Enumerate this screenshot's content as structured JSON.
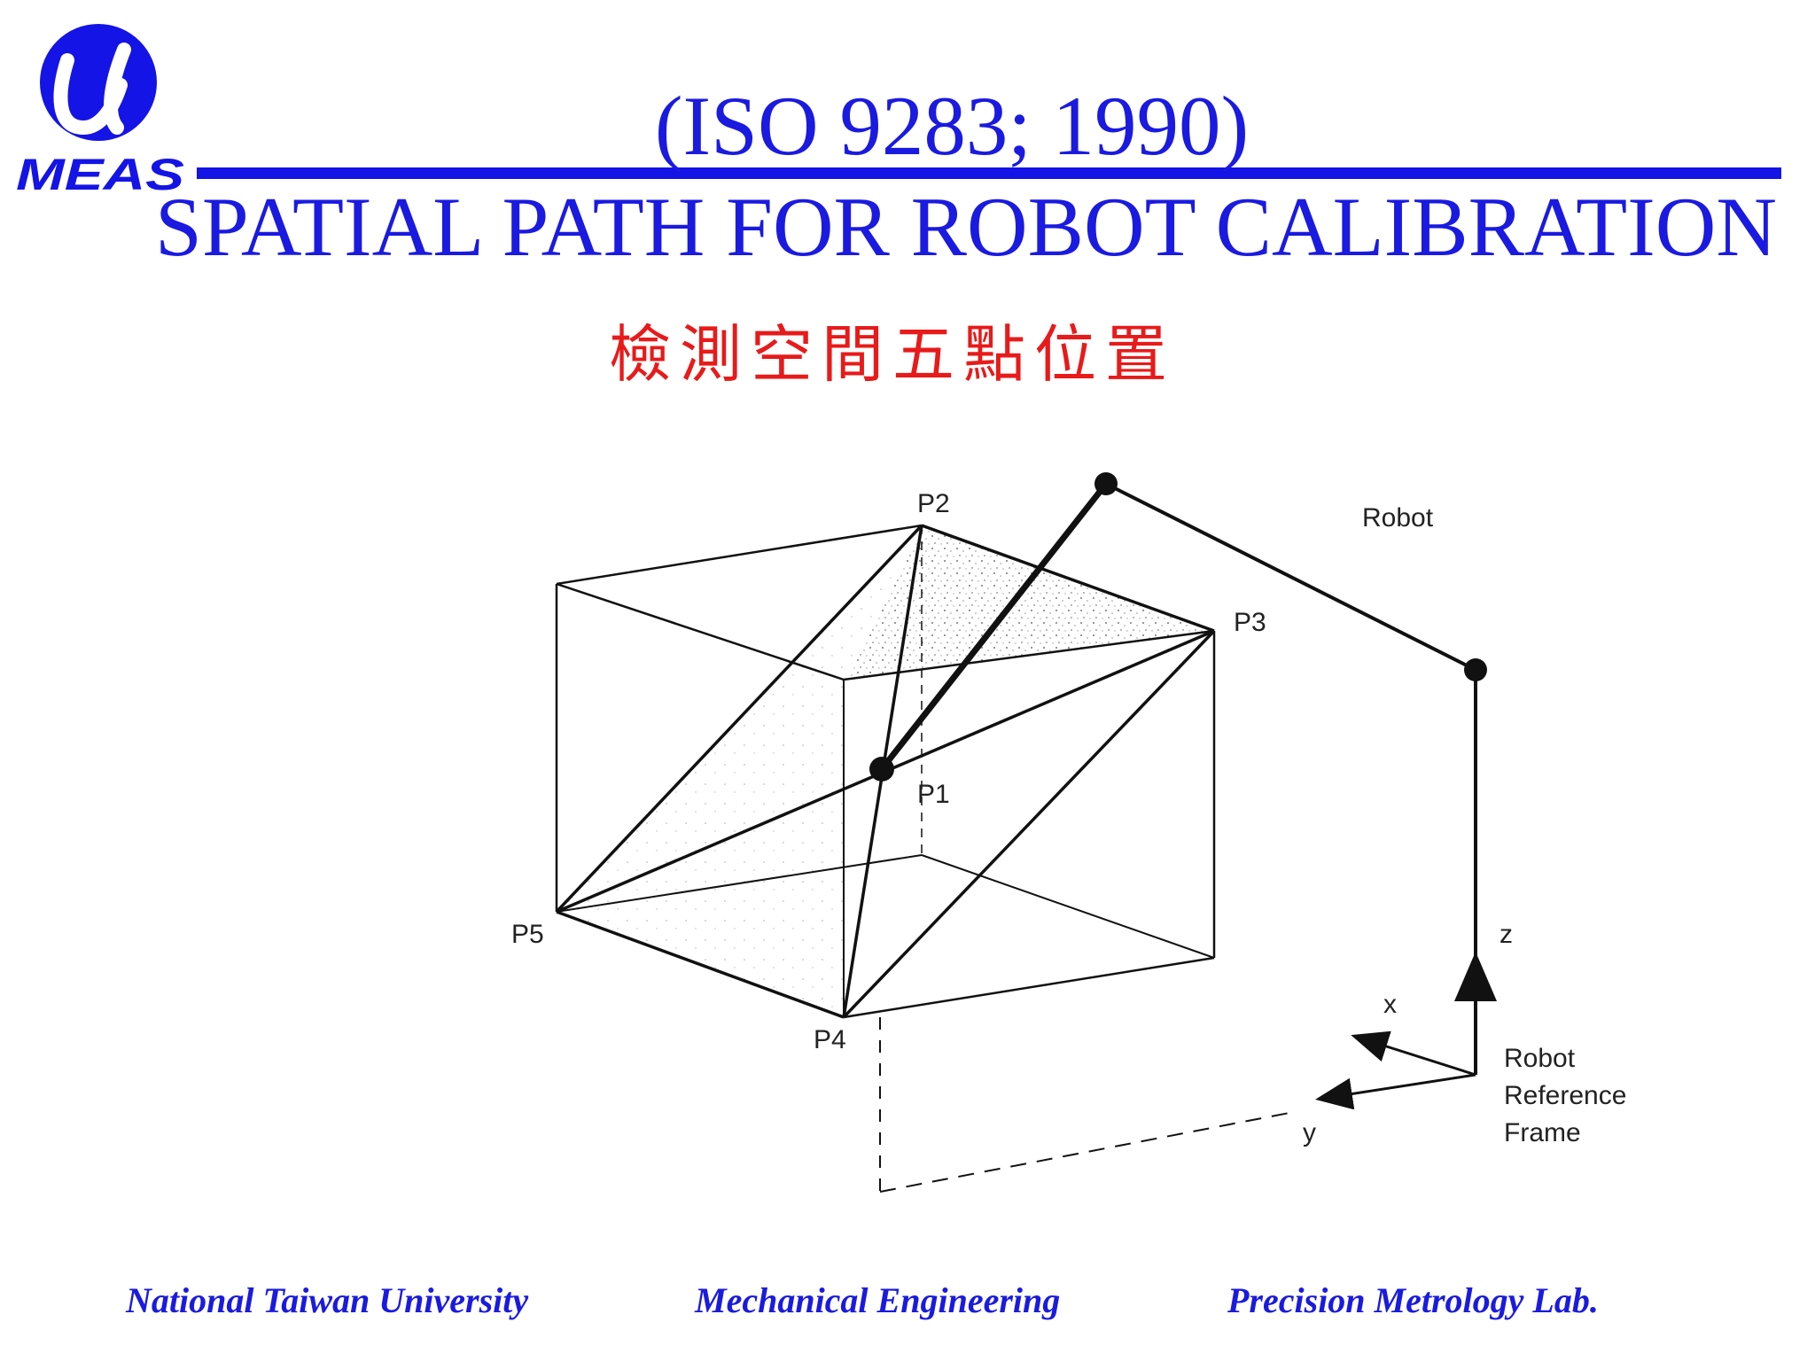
{
  "logo": {
    "icon": "meas-logo-icon",
    "wordmark": "MEAS",
    "color": "#1414e6"
  },
  "title": {
    "line1": "(ISO 9283; 1990)",
    "line2": "SPATIAL PATH FOR ROBOT CALIBRATION"
  },
  "subtitle": "檢測空間五點位置",
  "diagram": {
    "labels": {
      "p1": "P1",
      "p2": "P2",
      "p3": "P3",
      "p4": "P4",
      "p5": "P5",
      "robot": "Robot",
      "axis_x": "x",
      "axis_y": "y",
      "axis_z": "z",
      "frame_line1": "Robot",
      "frame_line2": "Reference",
      "frame_line3": "Frame"
    }
  },
  "footer": {
    "left": "National Taiwan University",
    "center": "Mechanical Engineering",
    "right": "Precision Metrology Lab."
  },
  "colors": {
    "title": "#1a1ae0",
    "subtitle": "#e81a1a",
    "rule": "#1414e6",
    "diagram_ink": "#111111"
  }
}
